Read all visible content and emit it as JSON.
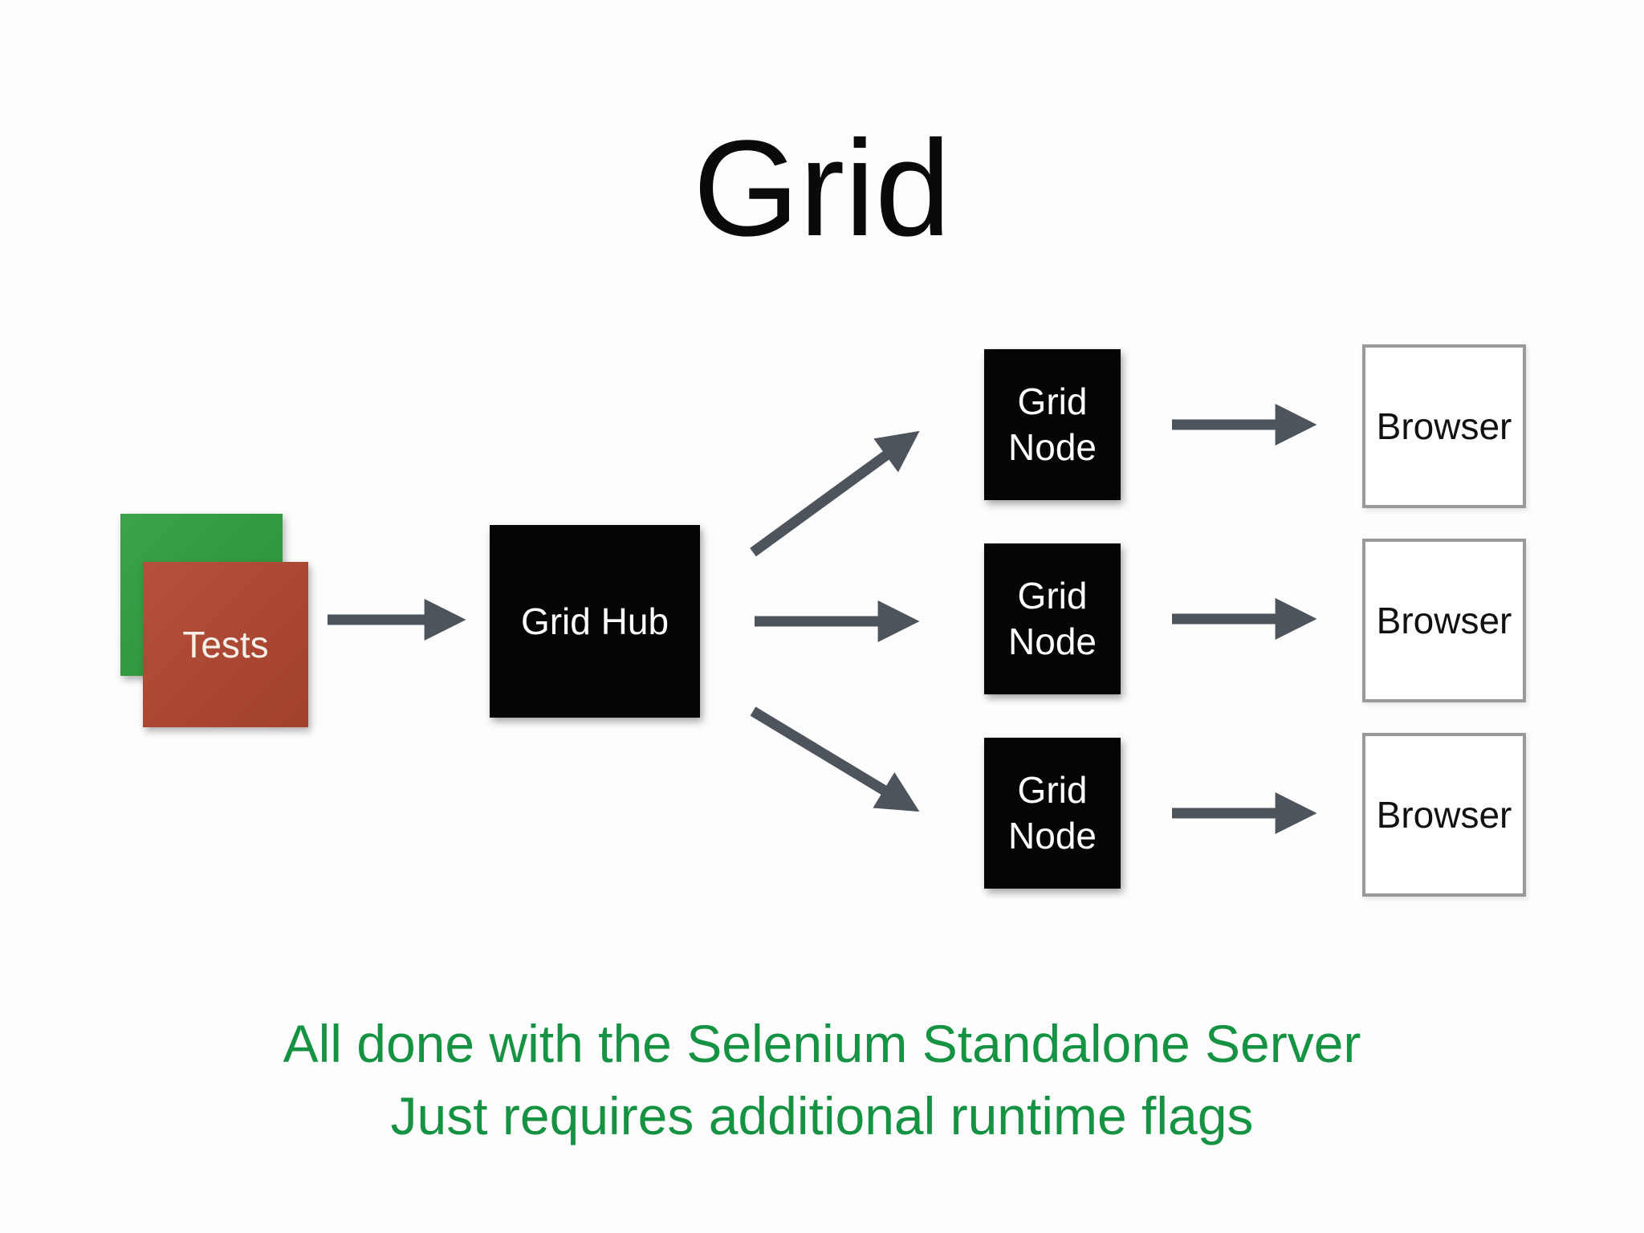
{
  "title": "Grid",
  "diagram": {
    "tests": {
      "label": "Tests",
      "front_color": "#b14731",
      "back_color": "#2f9d40",
      "label_color": "#f5f0ea"
    },
    "hub": {
      "label": "Grid Hub",
      "fill": "#050505",
      "text_color": "#ffffff"
    },
    "nodes": [
      {
        "label": "Grid\nNode"
      },
      {
        "label": "Grid\nNode"
      },
      {
        "label": "Grid\nNode"
      }
    ],
    "browsers": [
      {
        "label": "Browser"
      },
      {
        "label": "Browser"
      },
      {
        "label": "Browser"
      }
    ],
    "arrow_color": "#4d545c",
    "browser_border_color": "#97999b"
  },
  "caption": {
    "line1": "All done with the Selenium Standalone Server",
    "line2": "Just requires additional runtime flags",
    "color": "#169243"
  }
}
